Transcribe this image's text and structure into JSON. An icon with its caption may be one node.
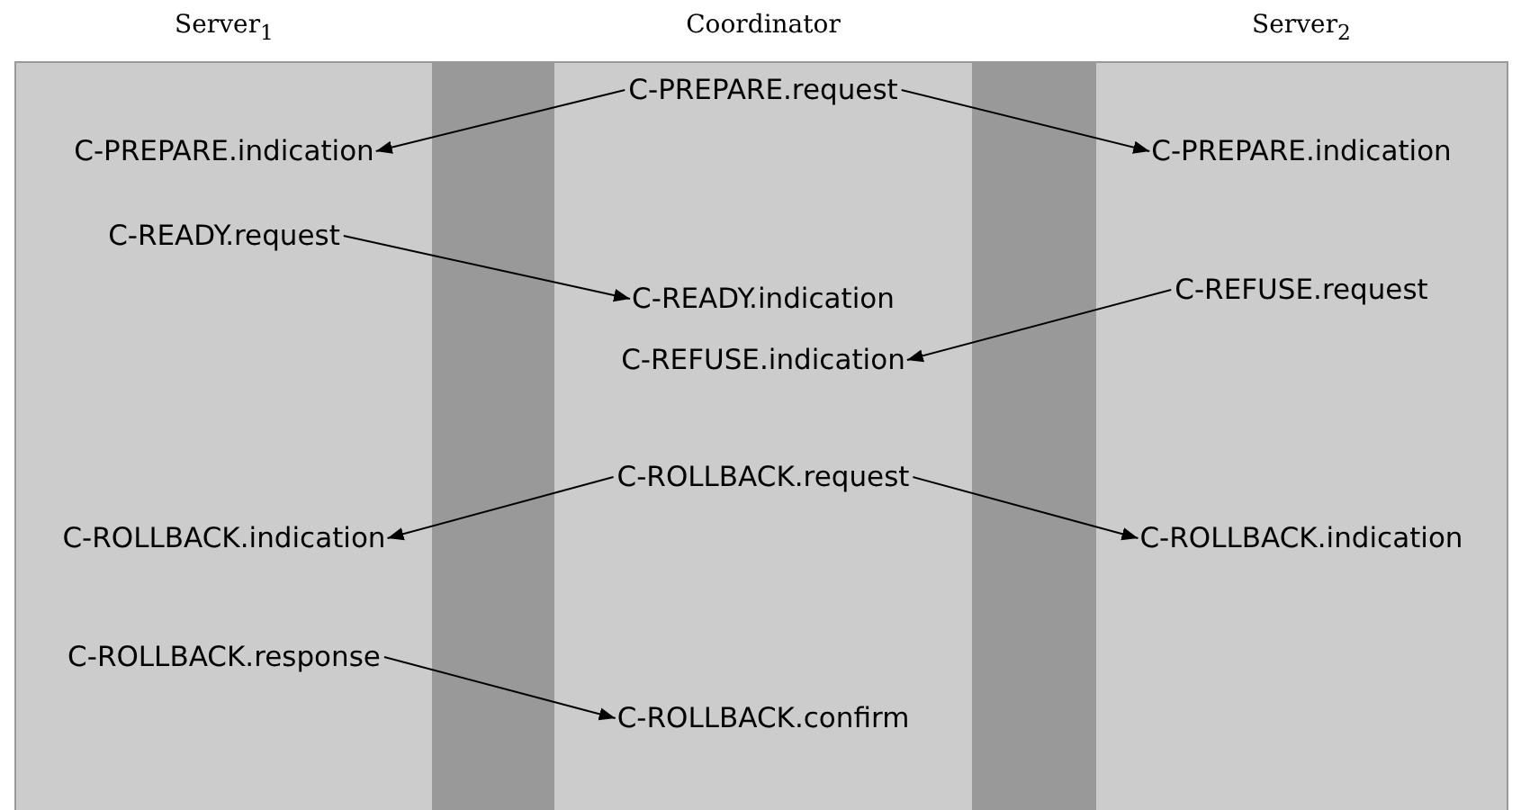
{
  "diagram": {
    "nodes": [
      {
        "text": [
          "Server$_{1}$"
        ]
      },
      {
        "text": [
          "Coordinator"
        ]
      },
      {
        "text": [
          "Server$_{2}$"
        ]
      },
      {
        "text": [
          "C-PREPARE.request"
        ],
        "in": 1
      },
      {
        "text": [
          "C-PREPARE.indication"
        ],
        "in": 0
      },
      {
        "text": [
          "C-PREPARE.indication"
        ],
        "in": 2
      },
      {
        "text": [
          "C-READY.request"
        ],
        "in": 0
      },
      {
        "text": [
          "C-READY.indication"
        ],
        "in": 1
      },
      {
        "text": [
          "C-REFUSE.request"
        ],
        "in": 2
      },
      {
        "text": [
          "C-REFUSE.indication"
        ],
        "in": 1
      },
      {
        "text": [
          "C-ROLLBACK.request"
        ],
        "in": 1
      },
      {
        "text": [
          "C-ROLLBACK.indication"
        ],
        "in": 0
      },
      {
        "text": [
          "C-ROLLBACK.indication"
        ],
        "in": 2
      },
      {
        "text": [
          "C-ROLLBACK.response"
        ],
        "in": 0
      },
      {
        "text": [
          "C-ROLLBACK.confirm"
        ],
        "in": 1
      }
    ],
    "edges": [
      {
        "from": 3,
        "to": 4,
        "arrow": "to"
      },
      {
        "from": 3,
        "to": 5,
        "arrow": "to"
      },
      {
        "from": 6,
        "to": 7,
        "arrow": "to"
      },
      {
        "from": 8,
        "to": 9,
        "arrow": "to"
      },
      {
        "from": 10,
        "to": 11,
        "arrow": "to"
      },
      {
        "from": 10,
        "to": 12,
        "arrow": "to"
      },
      {
        "from": 13,
        "to": 14,
        "arrow": "to"
      }
    ]
  }
}
